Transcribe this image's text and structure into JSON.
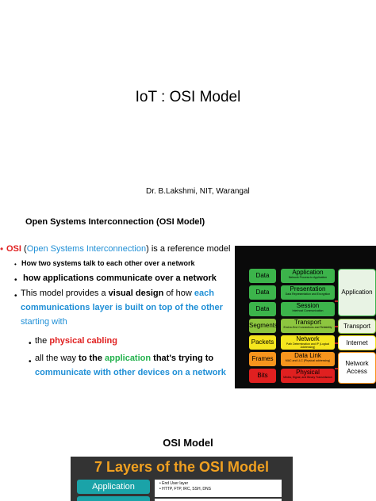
{
  "title": "IoT : OSI Model",
  "author": "Dr. B.Lakshmi, NIT, Warangal",
  "heading": "Open Systems Interconnection (OSI Model)",
  "bullets": {
    "b1": {
      "a": "OSI",
      "b": " (",
      "c": "Open Systems Interconnection",
      "d": ") is a reference model"
    },
    "b2": "How two systems talk to each other over a network",
    "b3": "how applications communicate over a network",
    "b4": {
      "a": "This model  provides a ",
      "b": "visual design",
      "c": " of how ",
      "d": "each"
    },
    "b4l2": "communications layer is built on top of the other",
    "b4l3": "starting with",
    "b5": {
      "a": "the ",
      "b": "physical cabling"
    },
    "b6": {
      "a": "all the way ",
      "b": "to the ",
      "c": "application",
      "d": " that's trying to"
    },
    "b6l2": "communicate with other devices on a network"
  },
  "diagram": {
    "rows": [
      {
        "pdu": "Data",
        "layer": "Application",
        "desc": "Network Process to Application",
        "pdu_color": "#3cb44b",
        "layer_color": "#3cb44b"
      },
      {
        "pdu": "Data",
        "layer": "Presentation",
        "desc": "Data Representation and Encryption",
        "pdu_color": "#3cb44b",
        "layer_color": "#3cb44b"
      },
      {
        "pdu": "Data",
        "layer": "Session",
        "desc": "Interhost Communication",
        "pdu_color": "#3cb44b",
        "layer_color": "#3cb44b"
      },
      {
        "pdu": "Segments",
        "layer": "Transport",
        "desc": "End-to-End Connections and Reliability",
        "pdu_color": "#8dc63f",
        "layer_color": "#8dc63f"
      },
      {
        "pdu": "Packets",
        "layer": "Network",
        "desc": "Path Determination and IP (Logical Addressing)",
        "pdu_color": "#f5e61e",
        "layer_color": "#f5e61e"
      },
      {
        "pdu": "Frames",
        "layer": "Data Link",
        "desc": "MAC and LLC (Physical addressing)",
        "pdu_color": "#f7941d",
        "layer_color": "#f7941d"
      },
      {
        "pdu": "Bits",
        "layer": "Physical",
        "desc": "Media, Signal, and Binary Transmission",
        "pdu_color": "#e02020",
        "layer_color": "#e02020"
      }
    ],
    "groups": [
      "Application",
      "Transport",
      "Internet",
      "Network Access"
    ]
  },
  "section2": {
    "title": "OSI Model",
    "banner_title": "7 Layers of the OSI Model",
    "app_label": "Application",
    "app_details": [
      "• End User layer",
      "• HTTP, FTP, IRC, SSH, DNS"
    ]
  }
}
